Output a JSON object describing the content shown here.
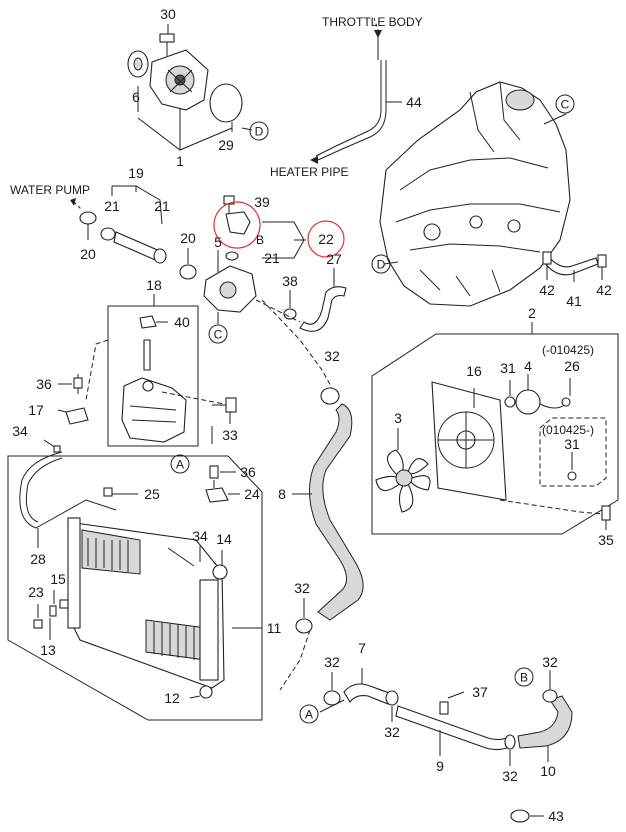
{
  "captions": {
    "throttle_body": "THROTTLE BODY",
    "heater_pipe": "HEATER PIPE",
    "water_pump": "WATER PUMP",
    "code_a": "(-010425)",
    "code_b": "(010425-)"
  },
  "markers": {
    "a": "A",
    "b": "B",
    "c": "C",
    "d": "D"
  },
  "part_numbers": {
    "n30": "30",
    "n6": "6",
    "n1": "1",
    "n29": "29",
    "n44": "44",
    "n19": "19",
    "n21a": "21",
    "n21b": "21",
    "n20a": "20",
    "n20b": "20",
    "n39": "39",
    "n5": "5",
    "n22": "22",
    "n21c": "21",
    "n27": "27",
    "n38": "38",
    "n42a": "42",
    "n41": "41",
    "n42b": "42",
    "n18": "18",
    "n40": "40",
    "n36a": "36",
    "n17": "17",
    "n34a": "34",
    "n33": "33",
    "n32a": "32",
    "n2": "2",
    "n16": "16",
    "n31a": "31",
    "n4": "4",
    "n26": "26",
    "n3": "3",
    "n31b": "31",
    "n36b": "36",
    "n25": "25",
    "n24": "24",
    "n8": "8",
    "n35": "35",
    "n28": "28",
    "n34b": "34",
    "n14": "14",
    "n23": "23",
    "n15": "15",
    "n13": "13",
    "n32b": "32",
    "n11": "11",
    "n12": "12",
    "n32c": "32",
    "n7": "7",
    "n37": "37",
    "n32d": "32",
    "n9": "9",
    "n32e": "32",
    "n10": "10",
    "n32f": "32",
    "n43": "43"
  },
  "highlight_color": "#d33333"
}
